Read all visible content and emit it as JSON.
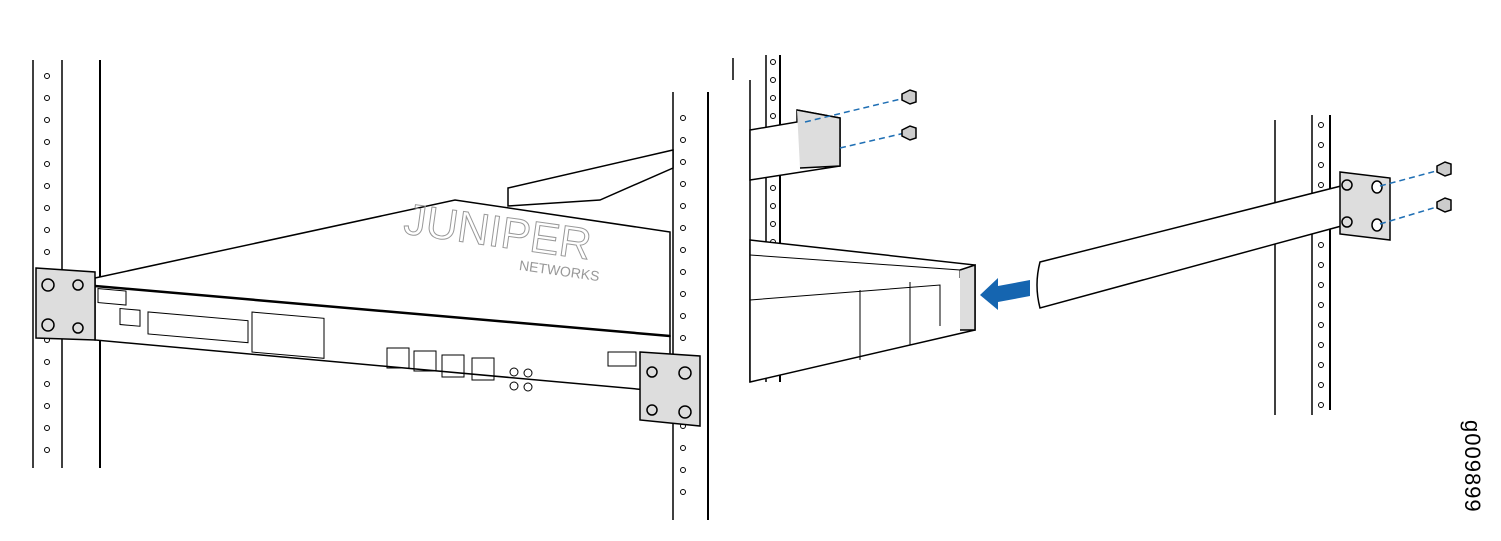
{
  "figure": {
    "id_label": "g009899",
    "logo_text": "JUNIPER",
    "logo_subtext": "NETWORKS",
    "accent_color": "#1f6fb4",
    "arrow_color": "#1565b0"
  }
}
